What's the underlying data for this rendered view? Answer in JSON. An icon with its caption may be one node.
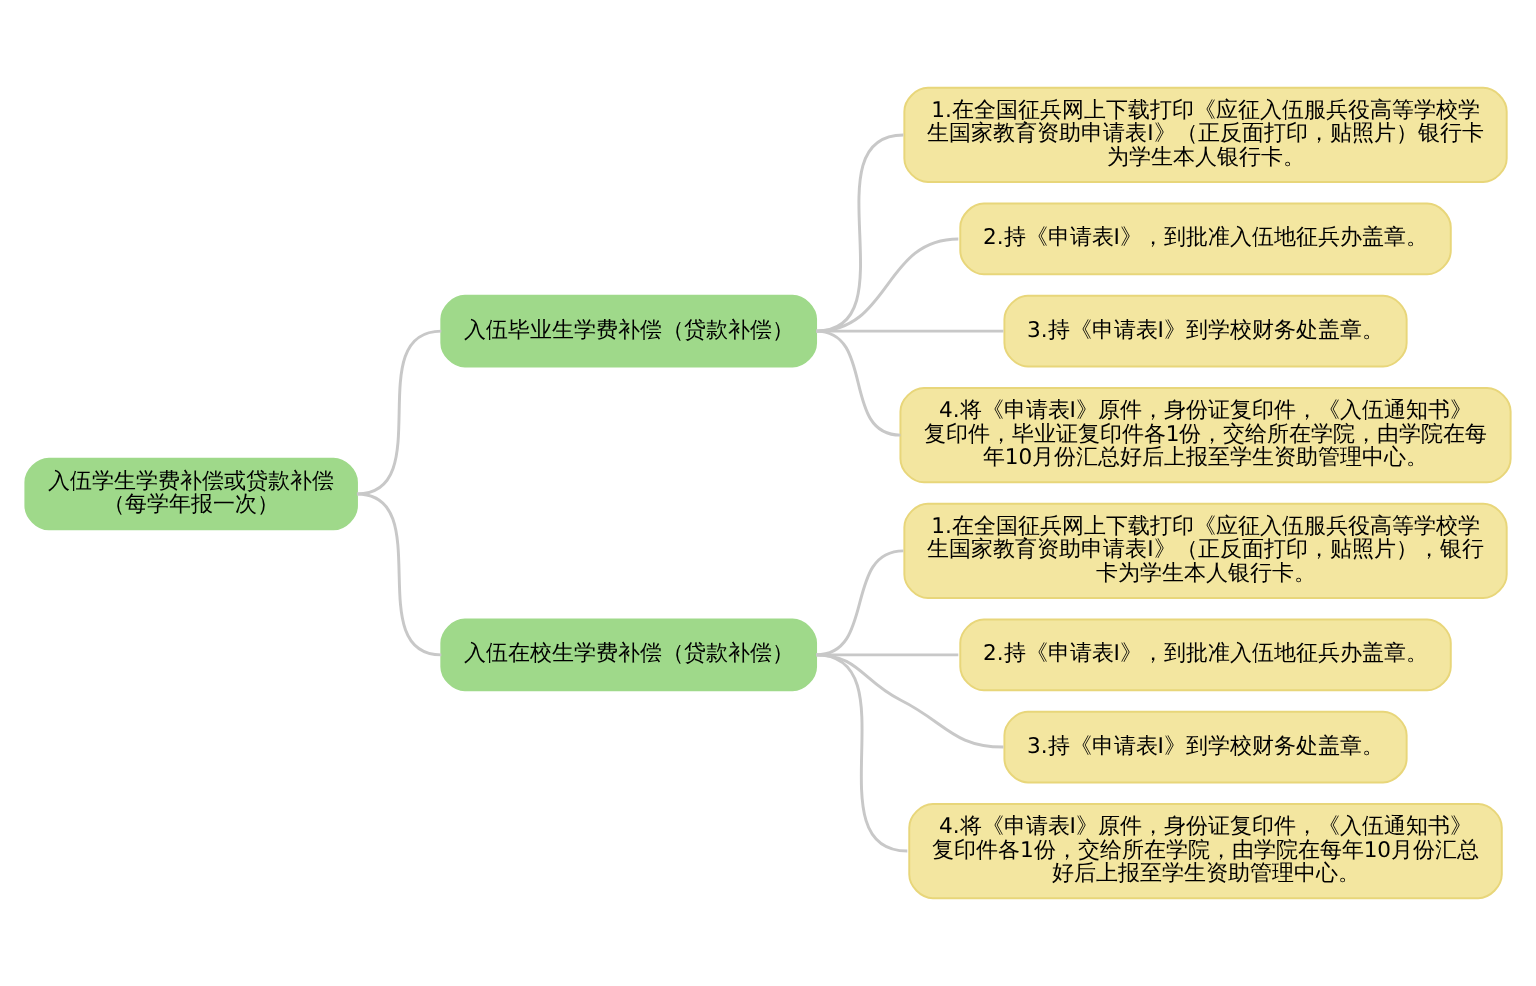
{
  "diagram": {
    "nodes": [
      {
        "text": [
          "入伍学生学费补偿或贷款补偿（每学年报一次）"
        ]
      },
      {
        "text": [
          "入伍毕业生学费补偿（贷款补偿）"
        ]
      },
      {
        "text": [
          "1.在全国征兵网上下载打印《应征入伍服兵役高等学校学生国家教育资助申请表Ⅰ》（正反面打印，贴照片）银行卡为学生本人银行卡。"
        ]
      },
      {
        "text": [
          "2.持《申请表Ⅰ》，到批准入伍地征兵办盖章。"
        ]
      },
      {
        "text": [
          "3.持《申请表Ⅰ》到学校财务处盖章。"
        ]
      },
      {
        "text": [
          "4.将《申请表Ⅰ》原件，身份证复印件，《入伍通知书》复印件，毕业证复印件各1份，交给所在学院，由学院在每年10月份汇总好后上报至学生资助管理中心。"
        ]
      },
      {
        "text": [
          "入伍在校生学费补偿（贷款补偿）"
        ]
      },
      {
        "text": [
          "1.在全国征兵网上下载打印《应征入伍服兵役高等学校学生国家教育资助申请表Ⅰ》（正反面打印，贴照片），银行卡为学生本人银行卡。"
        ]
      },
      {
        "text": [
          "2.持《申请表Ⅰ》，到批准入伍地征兵办盖章。"
        ]
      },
      {
        "text": [
          "3.持《申请表Ⅰ》到学校财务处盖章。"
        ]
      },
      {
        "text": [
          "4.将《申请表Ⅰ》原件，身份证复印件，《入伍通知书》复印件各1份，交给所在学院，由学院在每年10月份汇总好后上报至学生资助管理中心。"
        ]
      }
    ],
    "edges": [
      {
        "from": 0,
        "to": 1,
        "arrow": "none"
      },
      {
        "from": 1,
        "to": 2,
        "arrow": "none"
      },
      {
        "from": 1,
        "to": 3,
        "arrow": "none"
      },
      {
        "from": 1,
        "to": 4,
        "arrow": "none"
      },
      {
        "from": 1,
        "to": 5,
        "arrow": "none"
      },
      {
        "from": 0,
        "to": 6,
        "arrow": "none"
      },
      {
        "from": 6,
        "to": 7,
        "arrow": "none"
      },
      {
        "from": 6,
        "to": 8,
        "arrow": "none"
      },
      {
        "from": 6,
        "to": 9,
        "arrow": "none"
      },
      {
        "from": 6,
        "to": 10,
        "arrow": "none"
      }
    ]
  }
}
